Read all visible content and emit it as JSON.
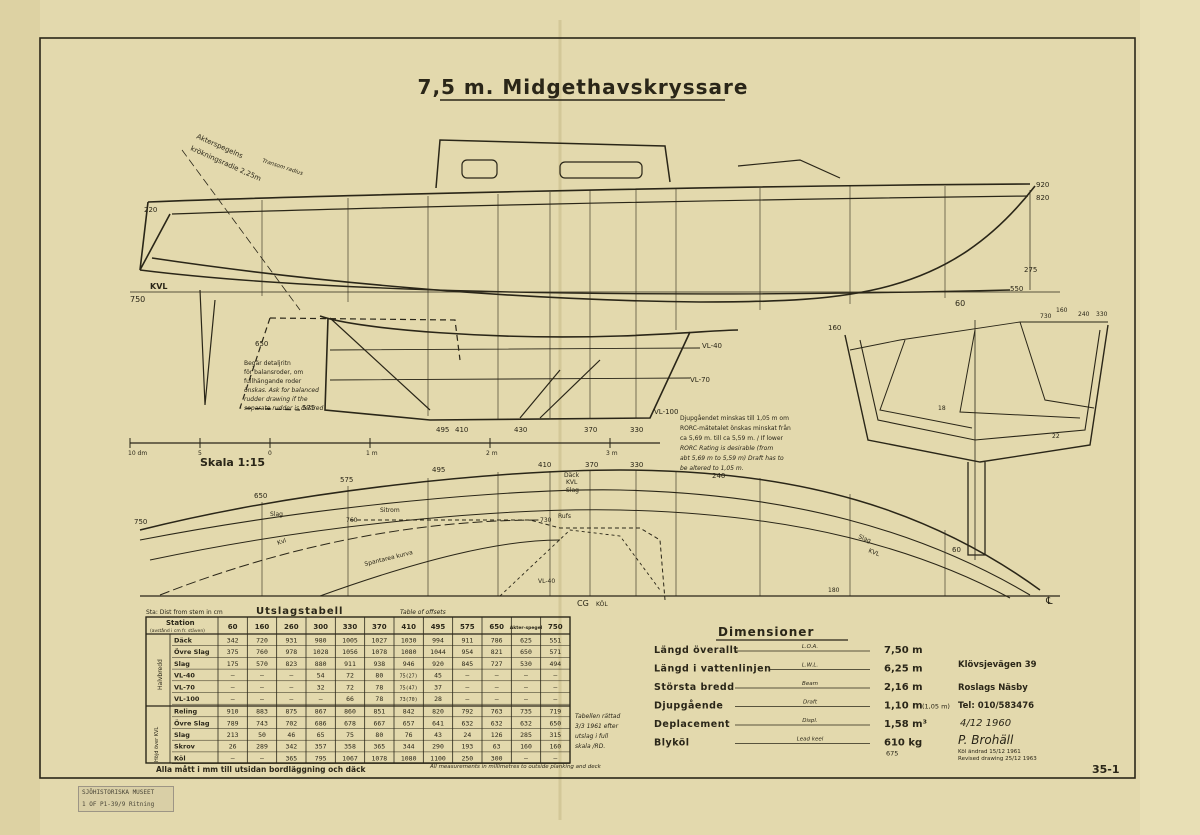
{
  "title": "7,5 m. Midgethavskryssare",
  "sheet_number": "35-1",
  "scale_label": "Skala 1:15",
  "scale_bar": {
    "labels": [
      "10 dm",
      "5",
      "0",
      "1 m",
      "2 m",
      "3 m"
    ]
  },
  "profile_view": {
    "stern_note_line1": "Akterspegelns",
    "stern_note_line2": "krökningsradie 2,25m",
    "stern_note_small": "Transom radius",
    "dim_left": "220",
    "dim_right_top": "920",
    "dim_right_mid": "820",
    "dim_275": "275",
    "dim_550": "550",
    "kvl_label": "KVL",
    "dim_750": "750",
    "dim_60": "60",
    "dim_650": "650",
    "dim_575": "575",
    "rudder_note_lines": [
      "Begär detaljritn",
      "för balansroder, om",
      "fullhängande roder",
      "önskas. Ask for balanced",
      "rudder drawing if the",
      "separate rudder is desired"
    ],
    "waterline_labels": [
      "VL-40",
      "VL-70",
      "VL-100"
    ],
    "keel_stations": [
      "495",
      "410",
      "430",
      "370",
      "330"
    ],
    "draft_note_lines": [
      "Djupgåendet minskas till 1,05 m om",
      "RORC-mätetalet önskas minskat från",
      "ca 5,69 m. till ca 5,59 m. / If lower",
      "RORC Rating is desirable (from",
      "abt 5,69 m to 5,59 m) Draft has to",
      "be altered to 1,05 m."
    ]
  },
  "plan_view": {
    "station_labels": [
      "650",
      "575",
      "495",
      "410",
      "370",
      "330",
      "240",
      "60"
    ],
    "labels": [
      "Däck",
      "KVL",
      "Slag",
      "Slag",
      "Sitrom",
      "Kvl",
      "Rufs",
      "Spantarea kurva",
      "Slag",
      "KVL",
      "VL-40"
    ],
    "dim_750": "750",
    "dim_760": "760",
    "dim_730": "730",
    "dim_180": "180",
    "keel_label": "CG",
    "keel_sub": "KÖL"
  },
  "body_plan": {
    "labels": [
      "160",
      "240",
      "330",
      "730",
      "160",
      "18",
      "22"
    ]
  },
  "offsets_table": {
    "caption": "Utslagstabell",
    "caption_en": "Table of offsets",
    "note_top": "Sta: Dist from stem in cm",
    "header_station": "Station",
    "header_sub": "(avstånd i cm fr. stäven)",
    "columns": [
      "60",
      "160",
      "260",
      "300",
      "330",
      "370",
      "410",
      "495",
      "575",
      "650",
      "Akter-spegel",
      "750"
    ],
    "group_labels": [
      "Halvbredd",
      "Höjd över KVL"
    ],
    "rows": [
      {
        "label": "Däck",
        "values": [
          "342",
          "720",
          "931",
          "980",
          "1005",
          "1027",
          "1030",
          "994",
          "911",
          "786",
          "625",
          "551"
        ]
      },
      {
        "label": "Övre Slag",
        "values": [
          "375",
          "760",
          "978",
          "1028",
          "1056",
          "1078",
          "1080",
          "1044",
          "954",
          "821",
          "650",
          "571"
        ]
      },
      {
        "label": "Slag",
        "values": [
          "175",
          "570",
          "823",
          "880",
          "911",
          "938",
          "946",
          "920",
          "845",
          "727",
          "530",
          "494"
        ]
      },
      {
        "label": "VL-40",
        "values": [
          "—",
          "—",
          "—",
          "54",
          "72",
          "80",
          "75(27)",
          "45",
          "—",
          "—",
          "—",
          "—"
        ]
      },
      {
        "label": "VL-70",
        "values": [
          "—",
          "—",
          "—",
          "32",
          "72",
          "78",
          "75(47)",
          "37",
          "—",
          "—",
          "—",
          "—"
        ]
      },
      {
        "label": "VL-100",
        "values": [
          "—",
          "—",
          "—",
          "—",
          "66",
          "78",
          "73(70)",
          "28",
          "—",
          "—",
          "—",
          "—"
        ]
      },
      {
        "label": "Reling",
        "values": [
          "910",
          "883",
          "875",
          "867",
          "860",
          "851",
          "842",
          "820",
          "792",
          "763",
          "735",
          "719"
        ]
      },
      {
        "label": "Övre Slag",
        "values": [
          "789",
          "743",
          "702",
          "686",
          "678",
          "667",
          "657",
          "641",
          "632",
          "632",
          "632",
          "650"
        ]
      },
      {
        "label": "Slag",
        "values": [
          "213",
          "50",
          "46",
          "65",
          "75",
          "80",
          "76",
          "43",
          "24",
          "126",
          "285",
          "315"
        ]
      },
      {
        "label": "Skrov",
        "values": [
          "26",
          "289",
          "342",
          "357",
          "358",
          "365",
          "344",
          "290",
          "193",
          "63",
          "160",
          "160"
        ]
      },
      {
        "label": "Köl",
        "values": [
          "—",
          "—",
          "365",
          "795",
          "1067",
          "1078",
          "1080",
          "1100",
          "250",
          "300",
          "—",
          "—"
        ]
      }
    ],
    "footer": "Alla mått i mm till utsidan bordläggning och däck",
    "footer_en": "All measurements in millimetres to outside planking and deck",
    "correction_note_lines": [
      "Tabellen rättad",
      "3/3 1961 efter",
      "utslag i full",
      "skala /RD."
    ]
  },
  "dimensions": {
    "heading": "Dimensioner",
    "rows": [
      {
        "label": "Längd överallt",
        "abbr": "L.O.A.",
        "value": "7,50 m",
        "extra": ""
      },
      {
        "label": "Längd i vattenlinjen",
        "abbr": "L.W.L.",
        "value": "6,25 m",
        "extra": ""
      },
      {
        "label": "Största bredd",
        "abbr": "Beam",
        "value": "2,16 m",
        "extra": ""
      },
      {
        "label": "Djupgående",
        "abbr": "Draft",
        "value": "1,10 m",
        "extra": "(1,05 m)"
      },
      {
        "label": "Deplacement",
        "abbr": "Displ.",
        "value": "1,58 m³",
        "extra": ""
      },
      {
        "label": "Blyköl",
        "abbr": "Lead keel",
        "value": "610 kg",
        "extra": "675"
      }
    ]
  },
  "designer": {
    "address_lines": [
      "Klövsjevägen 39",
      "Roslags Näsby",
      "Tel: 010/583476"
    ],
    "date": "4/12 1960",
    "signature": "P. Brohäll",
    "revision_lines": [
      "Köl ändrad 15/12 1961",
      "Revised drawing 25/12 1963"
    ]
  },
  "archive_stamp": {
    "line1": "SJÖHISTORISKA MUSEET",
    "line2": "1 OF P1-39/9 Ritning"
  }
}
